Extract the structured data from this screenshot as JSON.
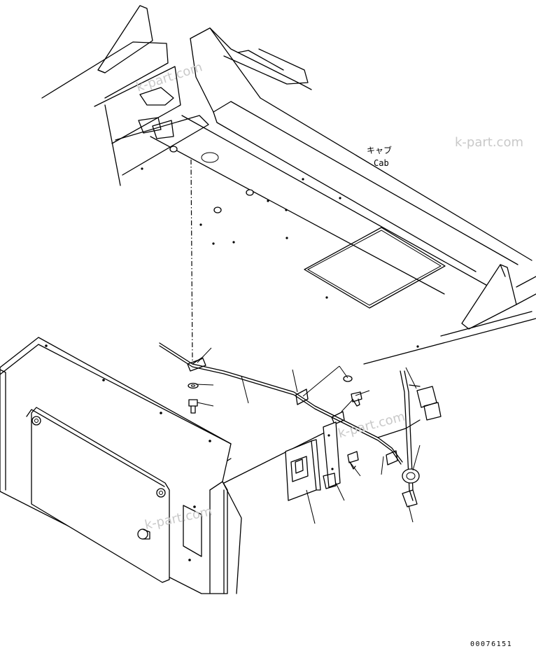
{
  "labels": {
    "cab_jp": "キャブ",
    "cab_en": "Cab"
  },
  "watermark": "k-part.com",
  "drawing_code": "00076151"
}
